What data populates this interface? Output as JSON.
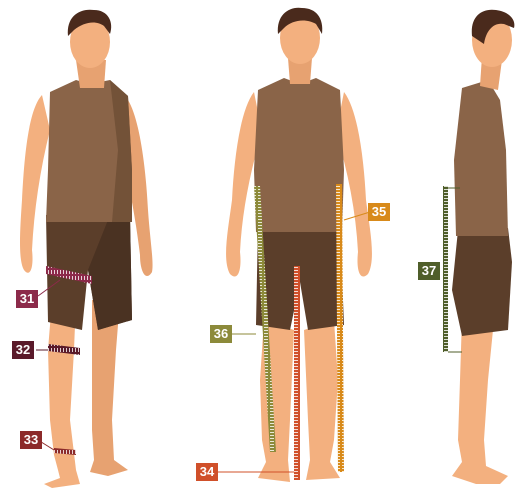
{
  "colors": {
    "skin": "#f3b07f",
    "skin_shadow": "#dd9567",
    "hair": "#4a2a1c",
    "tank": "#8a6448",
    "tank_shadow": "#735238",
    "shorts": "#5b3e2a",
    "shorts_shadow": "#4a3222"
  },
  "labels": [
    {
      "id": "31",
      "text": "31",
      "color": "#8c2a4a",
      "tape": "thigh circumference"
    },
    {
      "id": "32",
      "text": "32",
      "color": "#5a1a2a",
      "tape": "knee circumference"
    },
    {
      "id": "33",
      "text": "33",
      "color": "#8c2a2a",
      "tape": "ankle circumference"
    },
    {
      "id": "34",
      "text": "34",
      "color": "#d0502a",
      "tape": "inseam"
    },
    {
      "id": "35",
      "text": "35",
      "color": "#d88a1a",
      "tape": "outseam"
    },
    {
      "id": "36",
      "text": "36",
      "color": "#8c8a3a",
      "tape": "leg length"
    },
    {
      "id": "37",
      "text": "37",
      "color": "#4f5e2a",
      "tape": "waist to knee"
    }
  ]
}
